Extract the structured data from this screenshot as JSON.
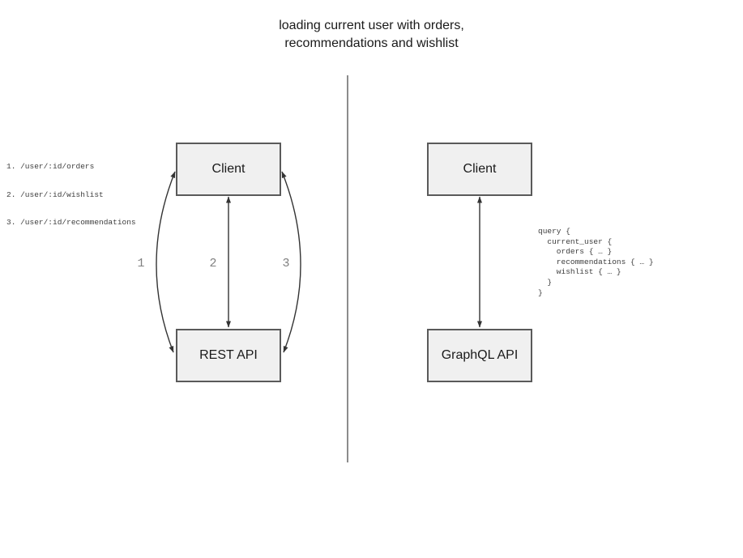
{
  "title": "loading current user with orders,\nrecommendations and wishlist",
  "left_panel": {
    "endpoints": [
      "1. /user/:id/orders",
      "2. /user/:id/wishlist",
      "3. /user/:id/recommendations"
    ],
    "client_box_label": "Client",
    "api_box_label": "REST API",
    "arrow_labels": [
      "1",
      "2",
      "3"
    ]
  },
  "right_panel": {
    "client_box_label": "Client",
    "api_box_label": "GraphQL API",
    "query_code": "query {\n  current_user {\n    orders { … }\n    recommendations { … }\n    wishlist { … }\n  }\n}"
  },
  "colors": {
    "background": "#ffffff",
    "box_fill": "#f0f0f0",
    "box_border": "#5a5a5a",
    "box_text": "#1a1a1a",
    "arrow": "#333333",
    "label_gray": "#808080",
    "code_text": "#3d3d3d",
    "title_text": "#1a1a1a",
    "divider": "#666666"
  }
}
